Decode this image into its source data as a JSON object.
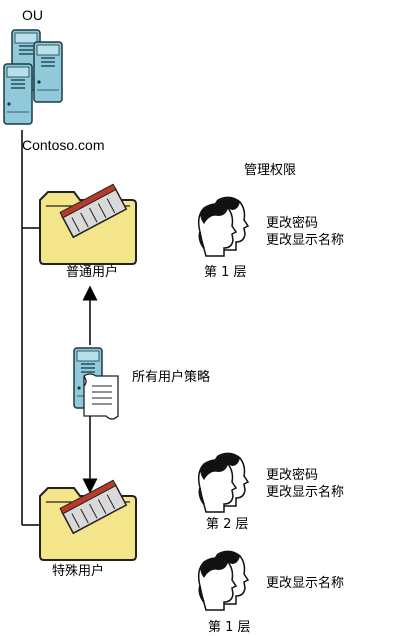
{
  "ou_label": "OU",
  "domain_name": "Contoso.com",
  "permissions_title": "管理权限",
  "ou_normal_users": "普通用户",
  "ou_special_users": "特殊用户",
  "policy_label": "所有用户策略",
  "admin_groups": [
    {
      "lines": [
        "更改密码",
        "更改显示名称"
      ],
      "tier": "第 1 层"
    },
    {
      "lines": [
        "更改密码",
        "更改显示名称"
      ],
      "tier": "第 2 层"
    },
    {
      "lines": [
        "更改显示名称"
      ],
      "tier": "第 1 层"
    }
  ],
  "colors": {
    "server_blue": "#8fc9da",
    "folder_yellow": "#f5e58a",
    "line": "#000000"
  }
}
